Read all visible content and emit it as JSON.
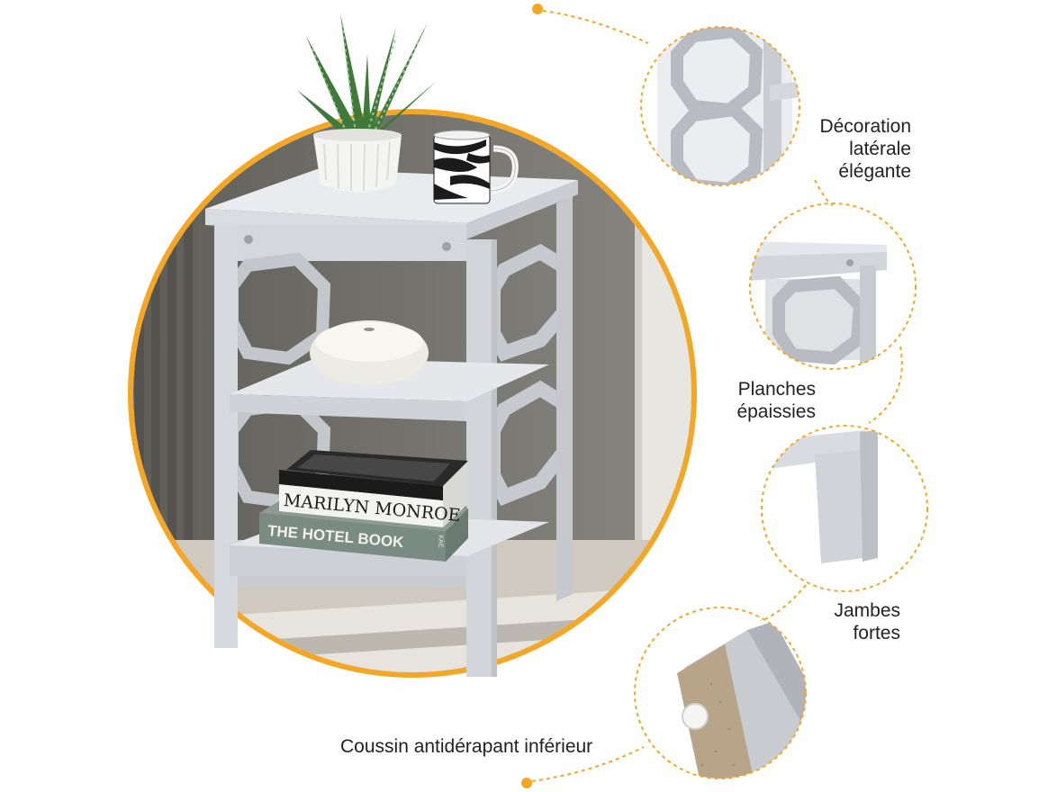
{
  "accent_color": "#f5a623",
  "product": {
    "books": [
      {
        "title": "MARILYN MONROE"
      },
      {
        "title": "THE HOTEL BOOK"
      }
    ],
    "book_spine_small": "KAE"
  },
  "callouts": [
    {
      "line1": "Décoration",
      "line2": "latérale",
      "line3": "élégante"
    },
    {
      "line1": "Planches",
      "line2": "épaissies"
    },
    {
      "line1": "Jambes",
      "line2": "fortes"
    },
    {
      "line1": "Coussin antidérapant inférieur"
    }
  ]
}
